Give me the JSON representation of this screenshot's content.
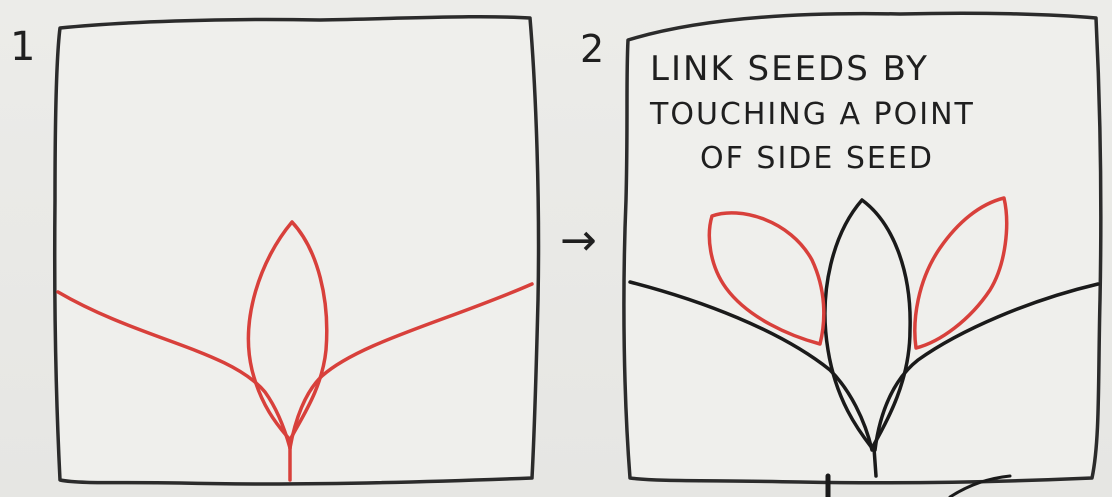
{
  "steps": [
    {
      "number": "1",
      "caption_lines": []
    },
    {
      "number": "2",
      "caption_lines": [
        "LINK SEEDS BY",
        "TOUCHING A POINT",
        "OF SIDE SEED"
      ]
    }
  ],
  "arrow_symbol": "→",
  "colors": {
    "paper": "#ecece9",
    "frame": "#2b2b2b",
    "red_line": "#d8403b",
    "black_line": "#1a1a1a"
  }
}
